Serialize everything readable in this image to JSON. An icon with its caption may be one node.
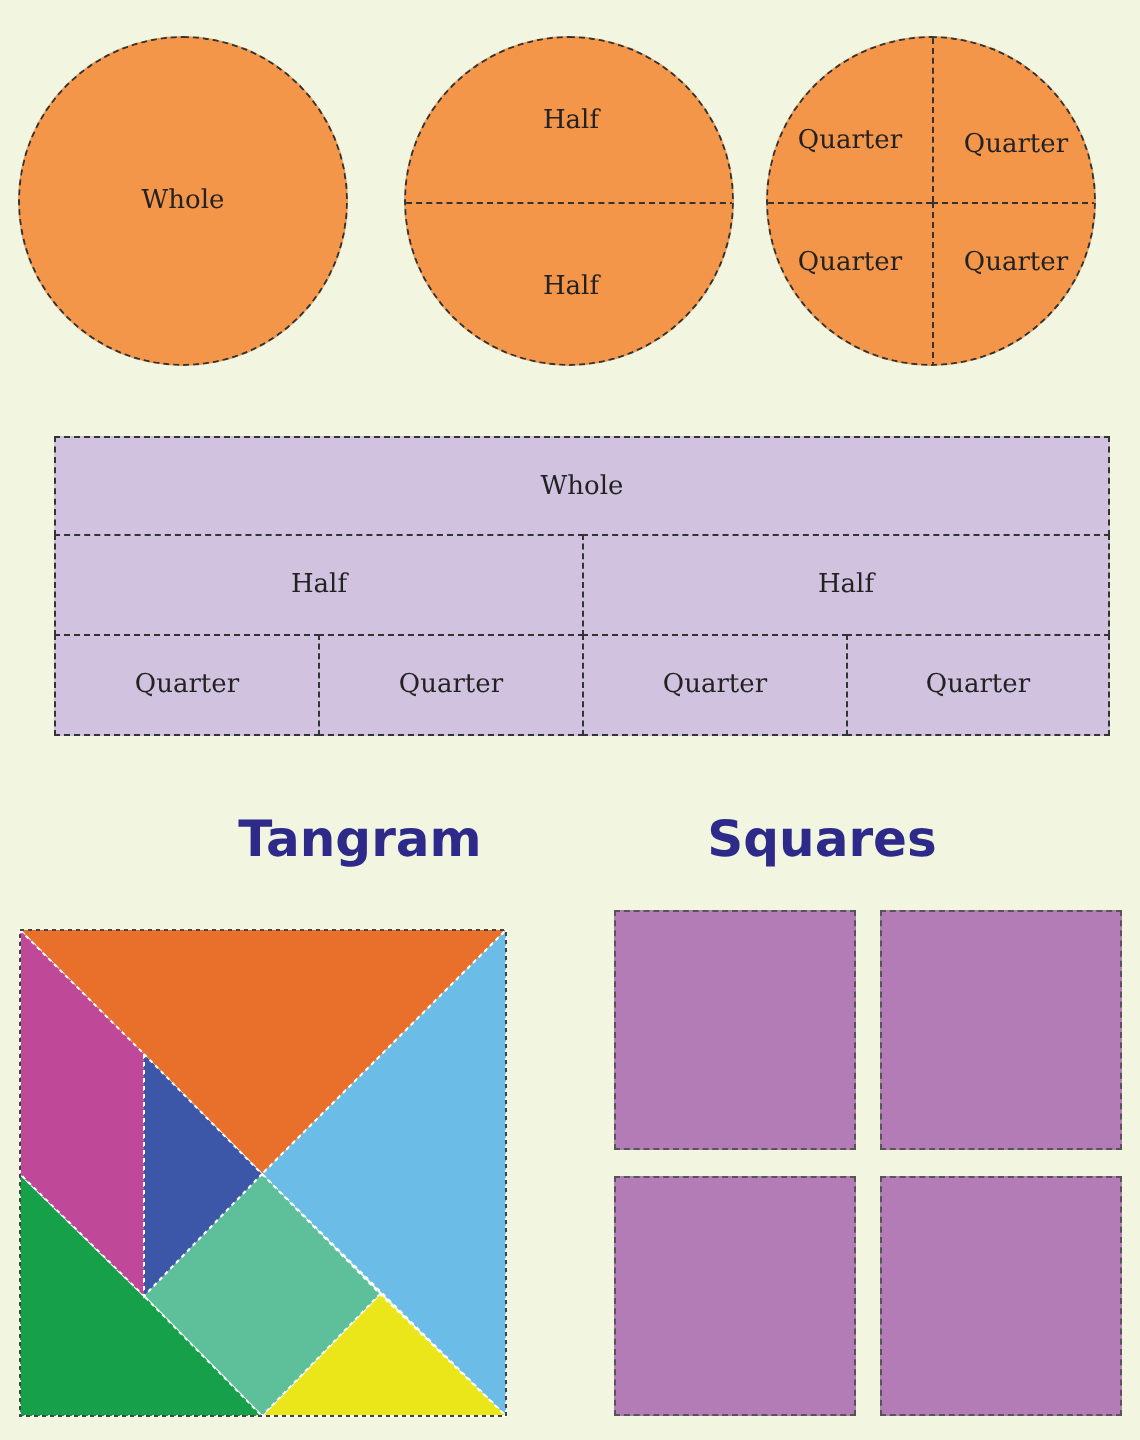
{
  "diagram": {
    "nodes": [
      {
        "text": [
          "Whole"
        ]
      },
      {
        "text": [],
        "shape": "circle"
      },
      {
        "text": [
          "Half"
        ],
        "in": 1
      },
      {
        "text": [
          "Half"
        ],
        "in": 1
      },
      {
        "text": [],
        "shape": "circle"
      },
      {
        "text": [
          "Quarter"
        ],
        "in": 4
      },
      {
        "text": [
          "Quarter"
        ],
        "in": 4
      },
      {
        "text": [
          "Quarter"
        ],
        "in": 4
      },
      {
        "text": [
          "Quarter"
        ],
        "in": 4
      },
      {
        "text": [
          "Whole"
        ]
      },
      {
        "text": [
          "Half"
        ]
      },
      {
        "text": [
          "Half"
        ]
      },
      {
        "text": [
          "Quarter"
        ]
      },
      {
        "text": [
          "Quarter"
        ]
      },
      {
        "text": [
          "Quarter"
        ]
      },
      {
        "text": [
          "Quarter"
        ]
      },
      {
        "text": [],
        "shape": "box"
      },
      {
        "text": [],
        "shape": "box"
      },
      {
        "text": [],
        "shape": "box"
      },
      {
        "text": [],
        "shape": "box"
      }
    ],
    "labels": [
      "Tangram",
      "Squares"
    ]
  }
}
